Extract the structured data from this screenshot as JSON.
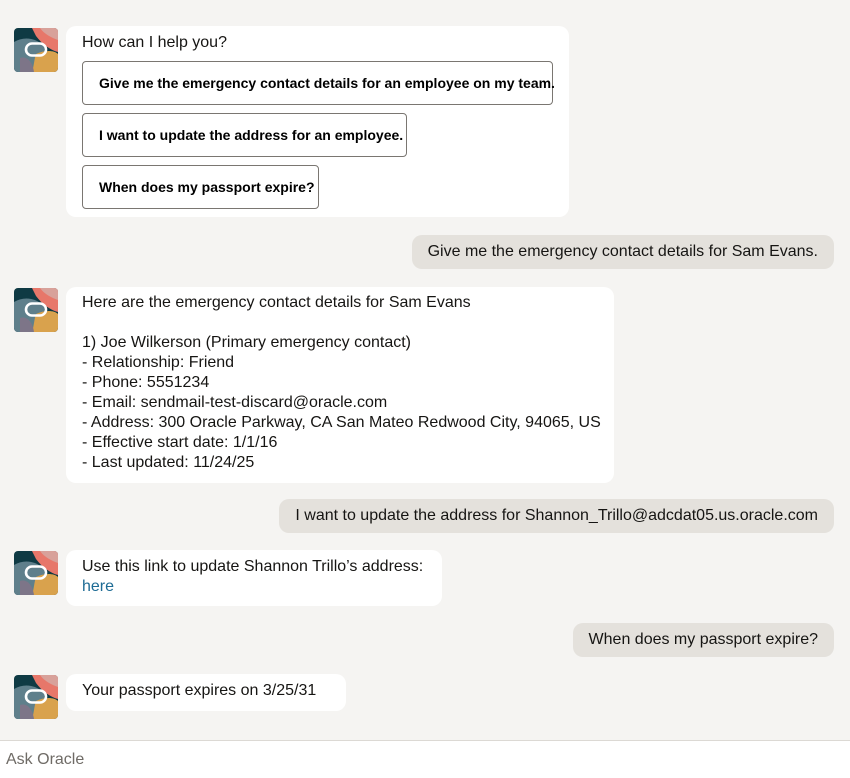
{
  "assistant": {
    "name": "Oracle",
    "avatar_icon": "oracle-avatar-icon"
  },
  "messages": [
    {
      "role": "bot",
      "text": "How can I help you?",
      "suggestions": [
        "Give me the emergency contact details for an employee on my team.",
        "I want to update the address for an employee.",
        "When does my passport expire?"
      ]
    },
    {
      "role": "user",
      "text": "Give me the emergency contact details for Sam Evans."
    },
    {
      "role": "bot",
      "lines": [
        "Here are the emergency contact details for Sam Evans",
        "",
        "1) Joe Wilkerson (Primary emergency contact)",
        "- Relationship: Friend",
        "- Phone: 5551234",
        "- Email: sendmail-test-discard@oracle.com",
        "- Address: 300 Oracle Parkway, CA San Mateo Redwood City, 94065, US",
        "- Effective start date: 1/1/16",
        "- Last updated: 11/24/25"
      ]
    },
    {
      "role": "user",
      "text": "I want to update the address for Shannon_Trillo@adcdat05.us.oracle.com"
    },
    {
      "role": "bot",
      "text": "Use this link to update Shannon Trillo’s address:",
      "link_label": "here"
    },
    {
      "role": "user",
      "text": "When does my passport expire?"
    },
    {
      "role": "bot",
      "text": "Your passport expires on 3/25/31"
    }
  ],
  "composer": {
    "placeholder": "Ask Oracle",
    "value": ""
  },
  "colors": {
    "background": "#f5f4f2",
    "bot_bubble": "#ffffff",
    "user_bubble": "#e4e1dc",
    "link": "#1d6b94",
    "chip_border": "#7a7671"
  }
}
